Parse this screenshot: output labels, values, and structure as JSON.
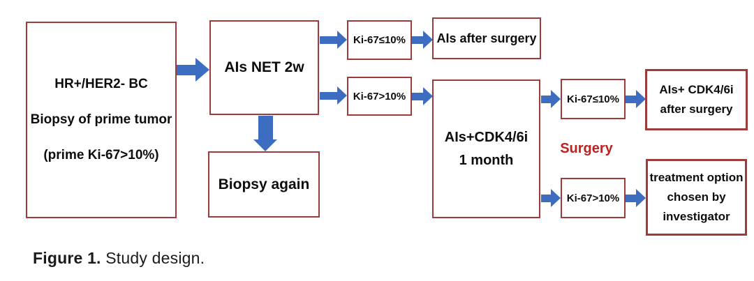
{
  "caption": {
    "bold": "Figure 1.",
    "text": " Study design."
  },
  "colors": {
    "arrow_blue": "#3D6DC1",
    "box_border": "#9D3B3B",
    "surgery_red": "#C02020"
  },
  "boxes": {
    "primary": {
      "line1": "HR+/HER2- BC",
      "line2": "Biopsy of prime tumor",
      "line3": "(prime Ki-67>10%)"
    },
    "ais_net": {
      "label": "AIs NET 2w"
    },
    "ki67_low_1": {
      "label": "Ki-67≤10%"
    },
    "ais_after_surgery": {
      "label": "AIs after surgery"
    },
    "ki67_high_1": {
      "label": "Ki-67>10%"
    },
    "biopsy_again": {
      "label": "Biopsy again"
    },
    "ais_cdk": {
      "line1": "AIs+CDK4/6i",
      "line2": "1 month"
    },
    "ki67_low_2": {
      "label": "Ki-67≤10%"
    },
    "ais_cdk_after": {
      "line1": "AIs+ CDK4/6i",
      "line2": "after surgery"
    },
    "surgery_label": "Surgery",
    "ki67_high_2": {
      "label": "Ki-67>10%"
    },
    "treatment": {
      "line1": "treatment option",
      "line2": "chosen by",
      "line3": "investigator"
    }
  }
}
